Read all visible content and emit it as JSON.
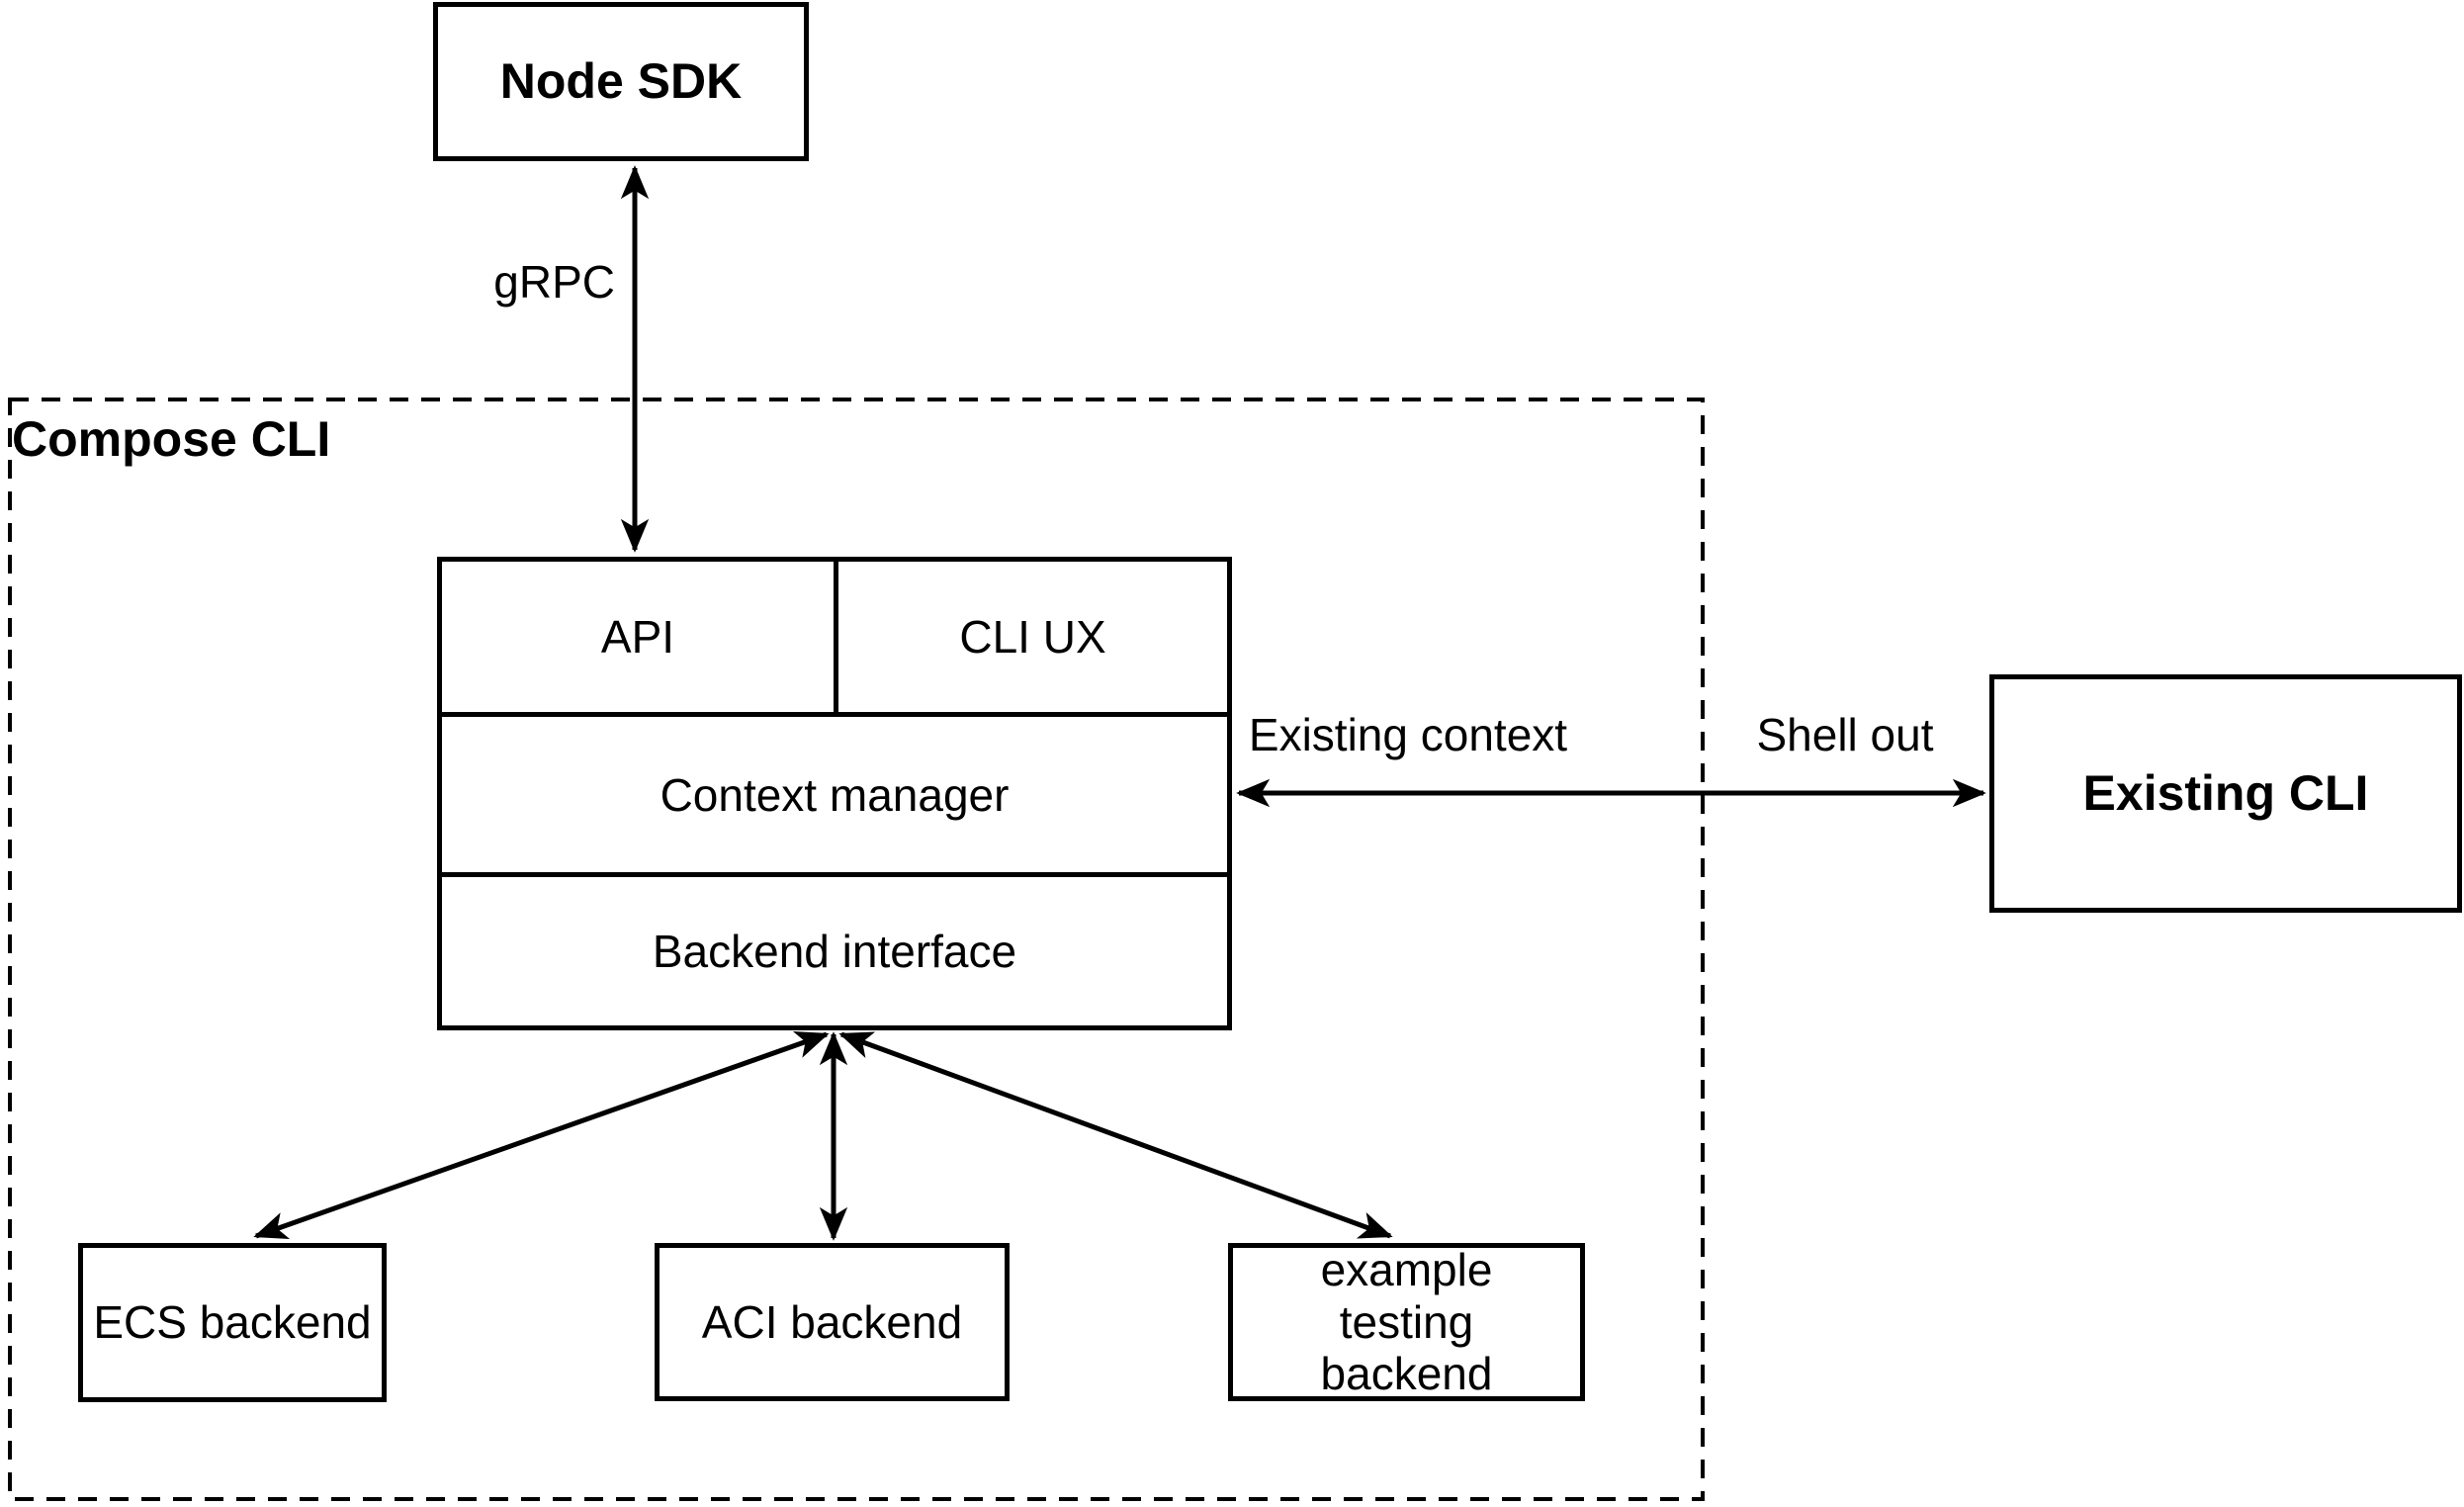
{
  "diagram": {
    "background": "#ffffff",
    "stroke_color": "#000000",
    "nodes": {
      "node_sdk": {
        "label": "Node SDK"
      },
      "container": {
        "label": "Compose CLI"
      },
      "stack": {
        "api": {
          "label": "API"
        },
        "cli_ux": {
          "label": "CLI UX"
        },
        "context_manager": {
          "label": "Context manager"
        },
        "backend_interface": {
          "label": "Backend interface"
        }
      },
      "existing_cli": {
        "label": "Existing CLI"
      },
      "ecs_backend": {
        "label": "ECS backend"
      },
      "aci_backend": {
        "label": "ACI backend"
      },
      "example_testing_backend": {
        "label": "example testing backend"
      }
    },
    "edges": {
      "grpc": {
        "label": "gRPC"
      },
      "existing_context": {
        "label": "Existing context"
      },
      "shell_out": {
        "label": "Shell out"
      }
    }
  }
}
